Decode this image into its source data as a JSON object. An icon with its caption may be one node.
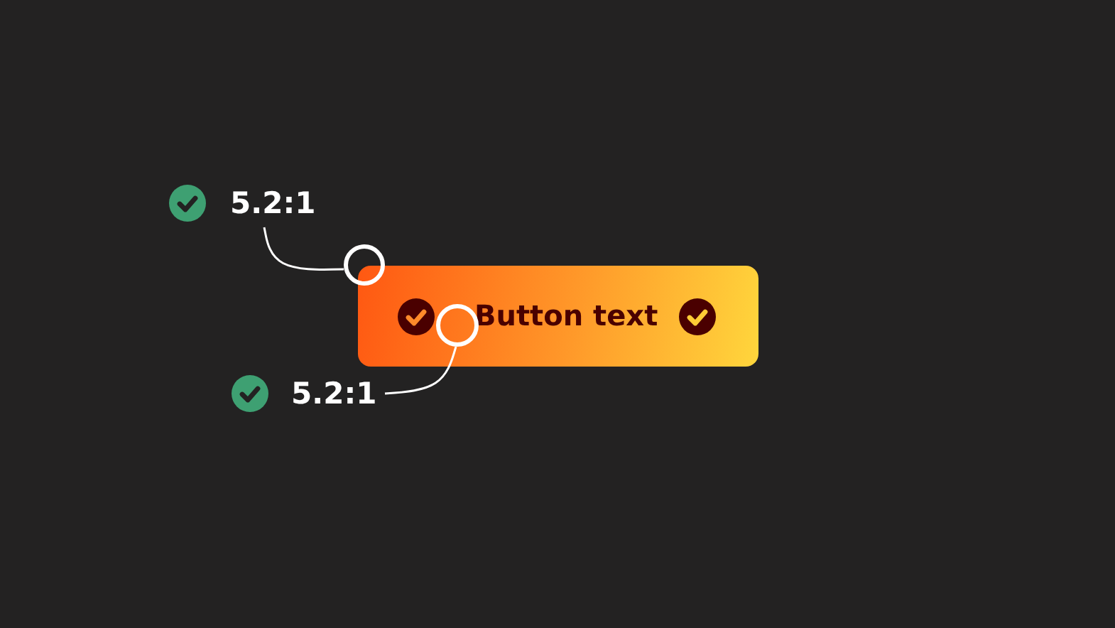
{
  "diagram": {
    "nodes": [
      {
        "text": [
          "5.2:1"
        ]
      },
      {
        "text": [
          "Button text"
        ]
      },
      {
        "text": [
          "5.2:1"
        ]
      },
      {
        "text": [],
        "shape": "circle"
      },
      {
        "text": [],
        "shape": "circle",
        "in": 1
      }
    ],
    "edges": [
      {
        "from": 0,
        "to": 3,
        "arrow": "none"
      },
      {
        "from": 2,
        "to": 4,
        "arrow": "none"
      }
    ]
  }
}
